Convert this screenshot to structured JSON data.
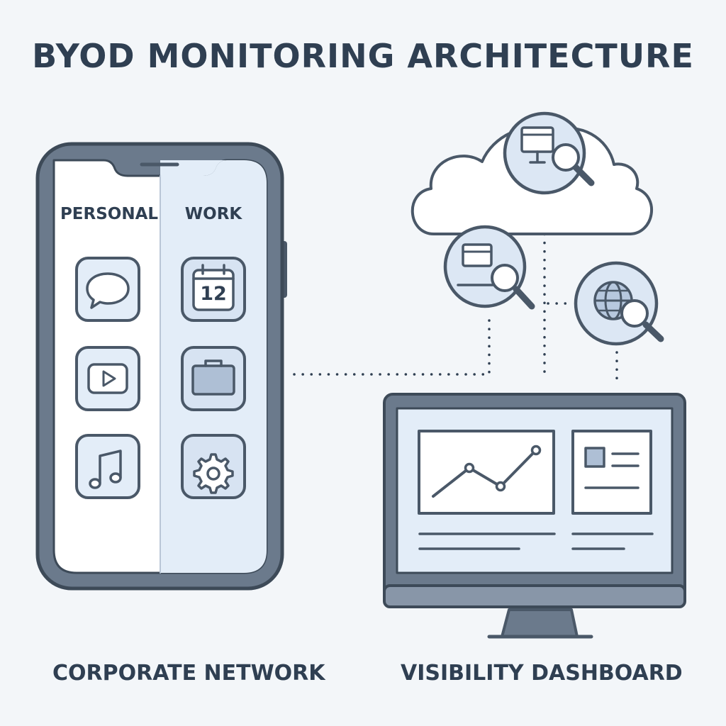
{
  "title": "BYOD MONITORING ARCHITECTURE",
  "phone": {
    "personal_label": "PERSONAL",
    "work_label": "WORK",
    "calendar_day": "12"
  },
  "labels": {
    "left": "CORPORATE NETWORK",
    "right": "VISIBILITY DASHBOARD"
  },
  "colors": {
    "background": "#f3f6f9",
    "outline": "#4a5868",
    "dark_text": "#2f3f52",
    "light_fill": "#e3edf8",
    "mid_fill": "#c8d6e8",
    "white": "#ffffff"
  },
  "icons": {
    "personal": [
      "chat-bubble-icon",
      "play-button-icon",
      "music-note-icon"
    ],
    "work": [
      "calendar-icon",
      "briefcase-icon",
      "gear-icon"
    ],
    "monitors": [
      "monitor-search-icon",
      "laptop-search-icon",
      "globe-search-icon"
    ]
  }
}
